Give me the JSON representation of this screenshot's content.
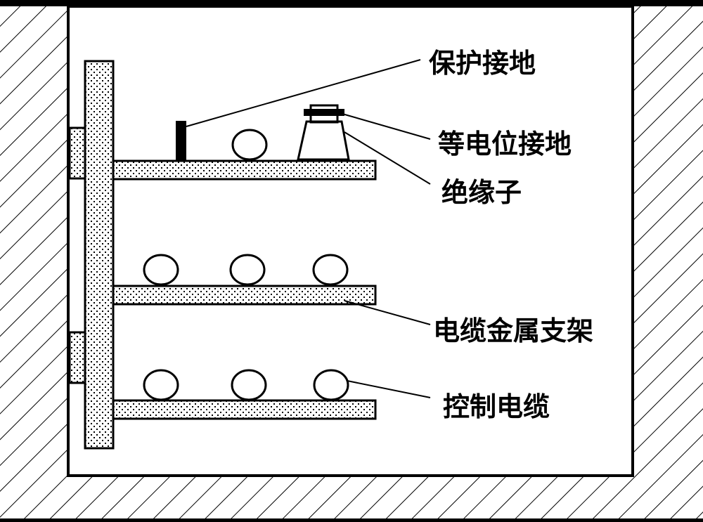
{
  "labels": {
    "protective_ground": "保护接地",
    "equipotential_ground": "等电位接地",
    "insulator": "绝缘子",
    "cable_bracket": "电缆金属支架",
    "control_cable": "控制电缆"
  },
  "colors": {
    "line": "#000000",
    "background": "#ffffff",
    "dots": "#000000"
  }
}
